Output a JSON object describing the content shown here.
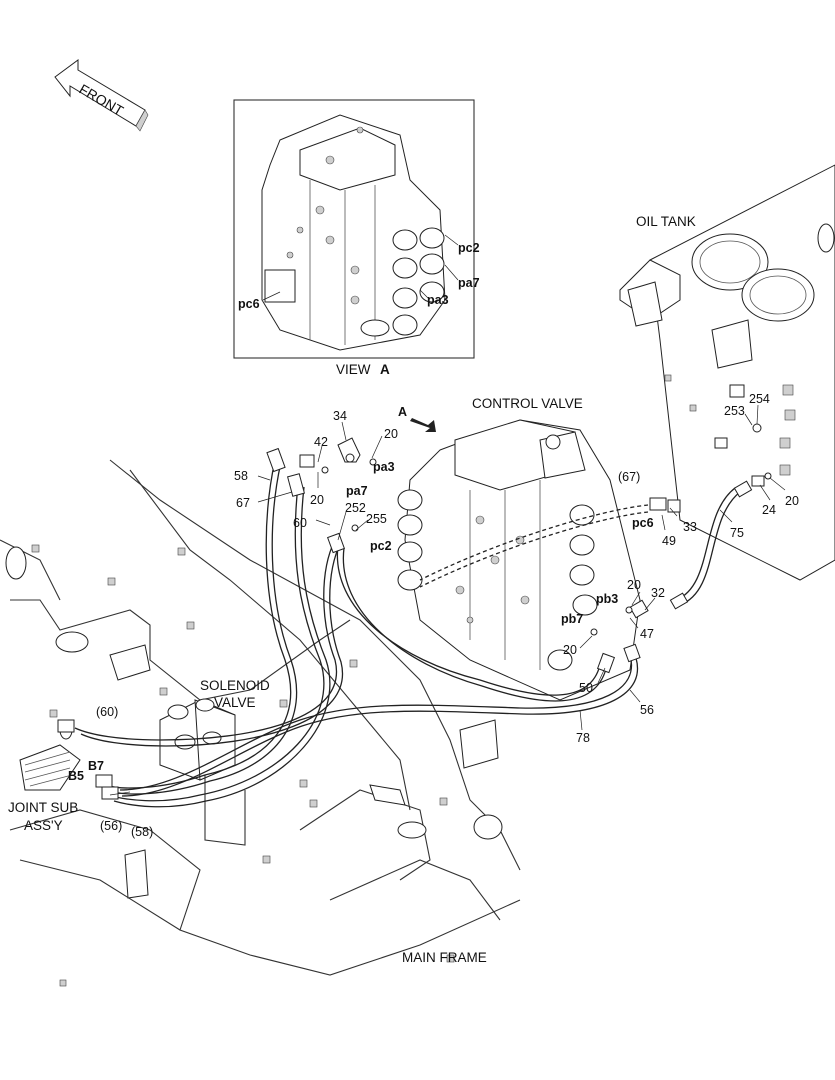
{
  "front_arrow": "FRONT",
  "view": {
    "title": "VIEW",
    "letter": "A"
  },
  "view_ports": [
    "pc2",
    "pa7",
    "pa3",
    "pc6"
  ],
  "components": {
    "oil_tank": "OIL TANK",
    "control_valve": "CONTROL VALVE",
    "solenoid_valve": "SOLENOID\nVALVE",
    "joint_sub_assy": "JOINT SUB\nASS'Y",
    "main_frame": "MAIN FRAME"
  },
  "view_arrow_letter": "A",
  "port_labels": [
    "pa3",
    "pa7",
    "pc2",
    "pc6",
    "pb3",
    "pb7",
    "B7",
    "B5"
  ],
  "part_numbers": [
    "34",
    "42",
    "20",
    "20",
    "58",
    "67",
    "60",
    "252",
    "255",
    "(67)",
    "33",
    "49",
    "75",
    "24",
    "20",
    "253",
    "254",
    "20",
    "32",
    "47",
    "20",
    "50",
    "56",
    "78",
    "(60)",
    "(56)",
    "(58)"
  ]
}
